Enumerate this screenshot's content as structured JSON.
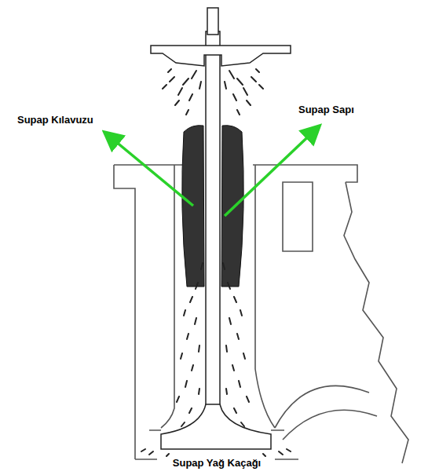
{
  "diagram": {
    "labels": [
      "Supap Kılavuzu",
      "Supap Sapı",
      "Supap Yağ Kaçağı"
    ]
  }
}
